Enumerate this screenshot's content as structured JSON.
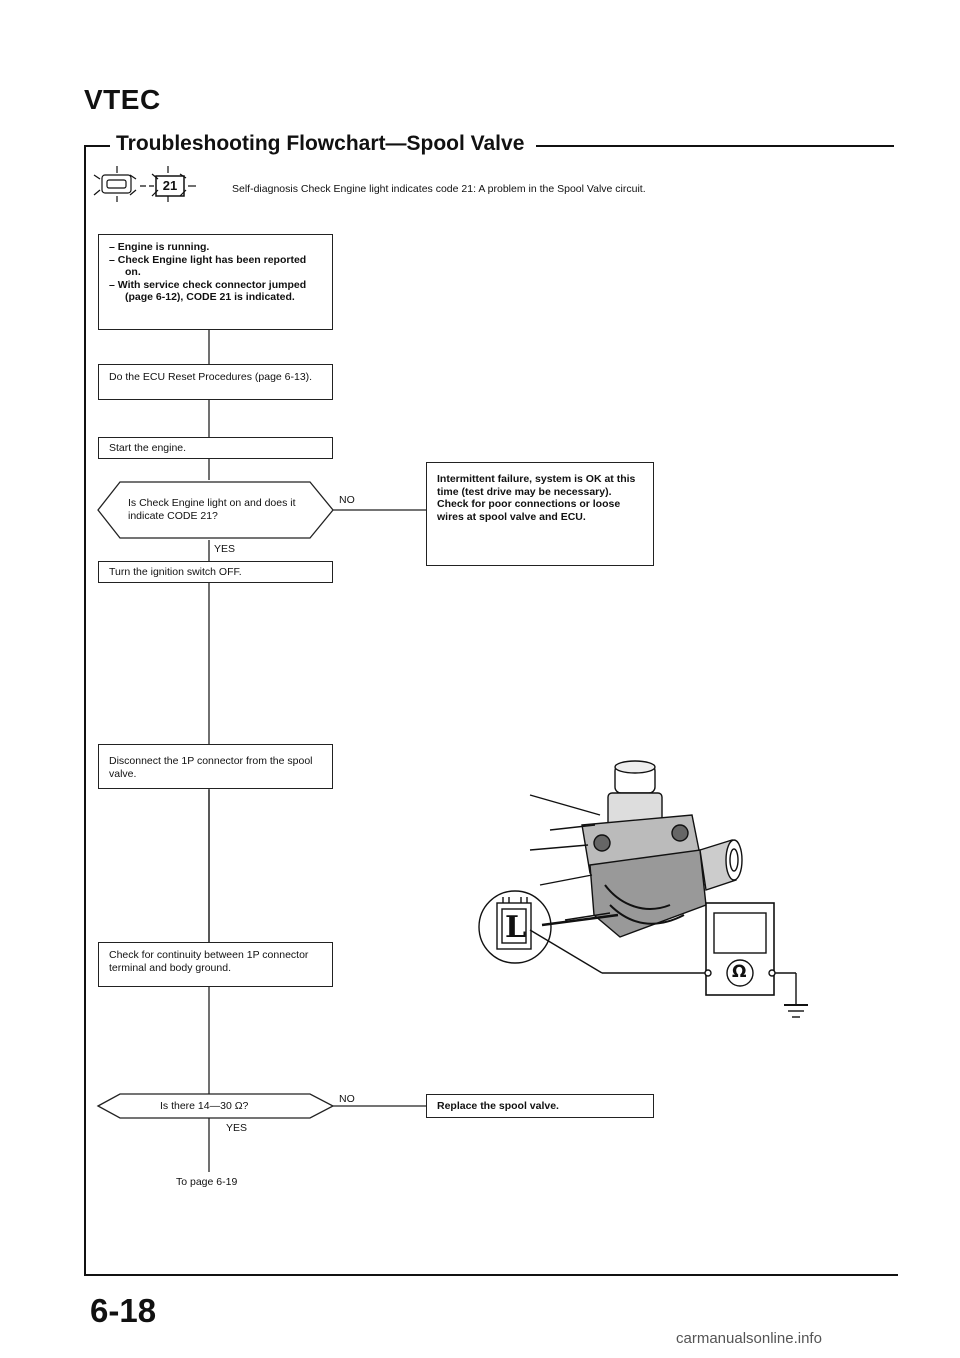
{
  "header": {
    "section": "VTEC",
    "title": "Troubleshooting Flowchart—Spool Valve"
  },
  "code_indicator": {
    "code": "21",
    "text": "Self-diagnosis Check Engine light indicates code 21: A problem in the Spool Valve circuit."
  },
  "flow": {
    "conditions": [
      "–  Engine is running.",
      "–  Check Engine light has been reported on.",
      "–  With service check connector jumped (page 6-12), CODE 21 is indicated."
    ],
    "step_reset": "Do the ECU Reset Procedures (page 6-13).",
    "step_start": "Start the engine.",
    "decision_1": "Is Check Engine light on and does it indicate CODE 21?",
    "decision_1_no": "NO",
    "decision_1_yes": "YES",
    "result_intermittent": "Intermittent failure, system is OK at this time (test drive may be necessary). Check for poor connections or loose wires at spool valve and ECU.",
    "step_ignition_off": "Turn the ignition switch OFF.",
    "step_disconnect": "Disconnect the 1P connector from the spool valve.",
    "step_check": "Check for continuity between 1P connector terminal and body ground.",
    "decision_2": "Is there 14—30 Ω?",
    "decision_2_no": "NO",
    "decision_2_yes": "YES",
    "result_replace": "Replace the spool valve.",
    "to_page": "To page 6-19"
  },
  "illustration": {
    "meter_symbol": "Ω",
    "connector_symbol": "L"
  },
  "footer": {
    "page_number": "6-18",
    "watermark": "carmanualsonline.info"
  }
}
